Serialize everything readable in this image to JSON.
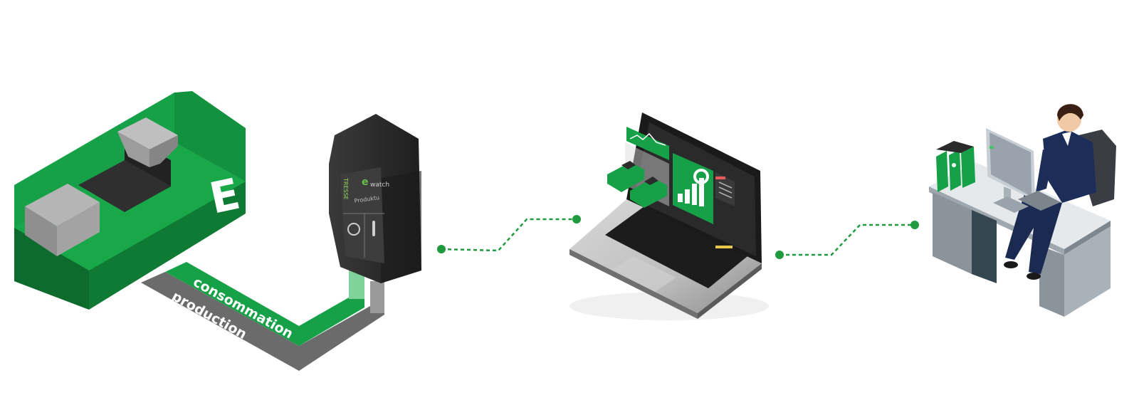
{
  "colors": {
    "brand_green": "#16a047",
    "dark_green": "#0f7a34",
    "light_green": "#22c05a",
    "gray_track": "#6b6b6b",
    "device_black": "#2b2b2b",
    "connector_green": "#1f9a3f"
  },
  "labels": {
    "consumption": "consommation",
    "production": "production"
  },
  "device": {
    "brand": "watch",
    "line1": "TRESSE",
    "line2": "Produktu"
  },
  "icons": [
    "machine-icon",
    "sensor-device-icon",
    "laptop-icon",
    "office-worker-icon"
  ]
}
